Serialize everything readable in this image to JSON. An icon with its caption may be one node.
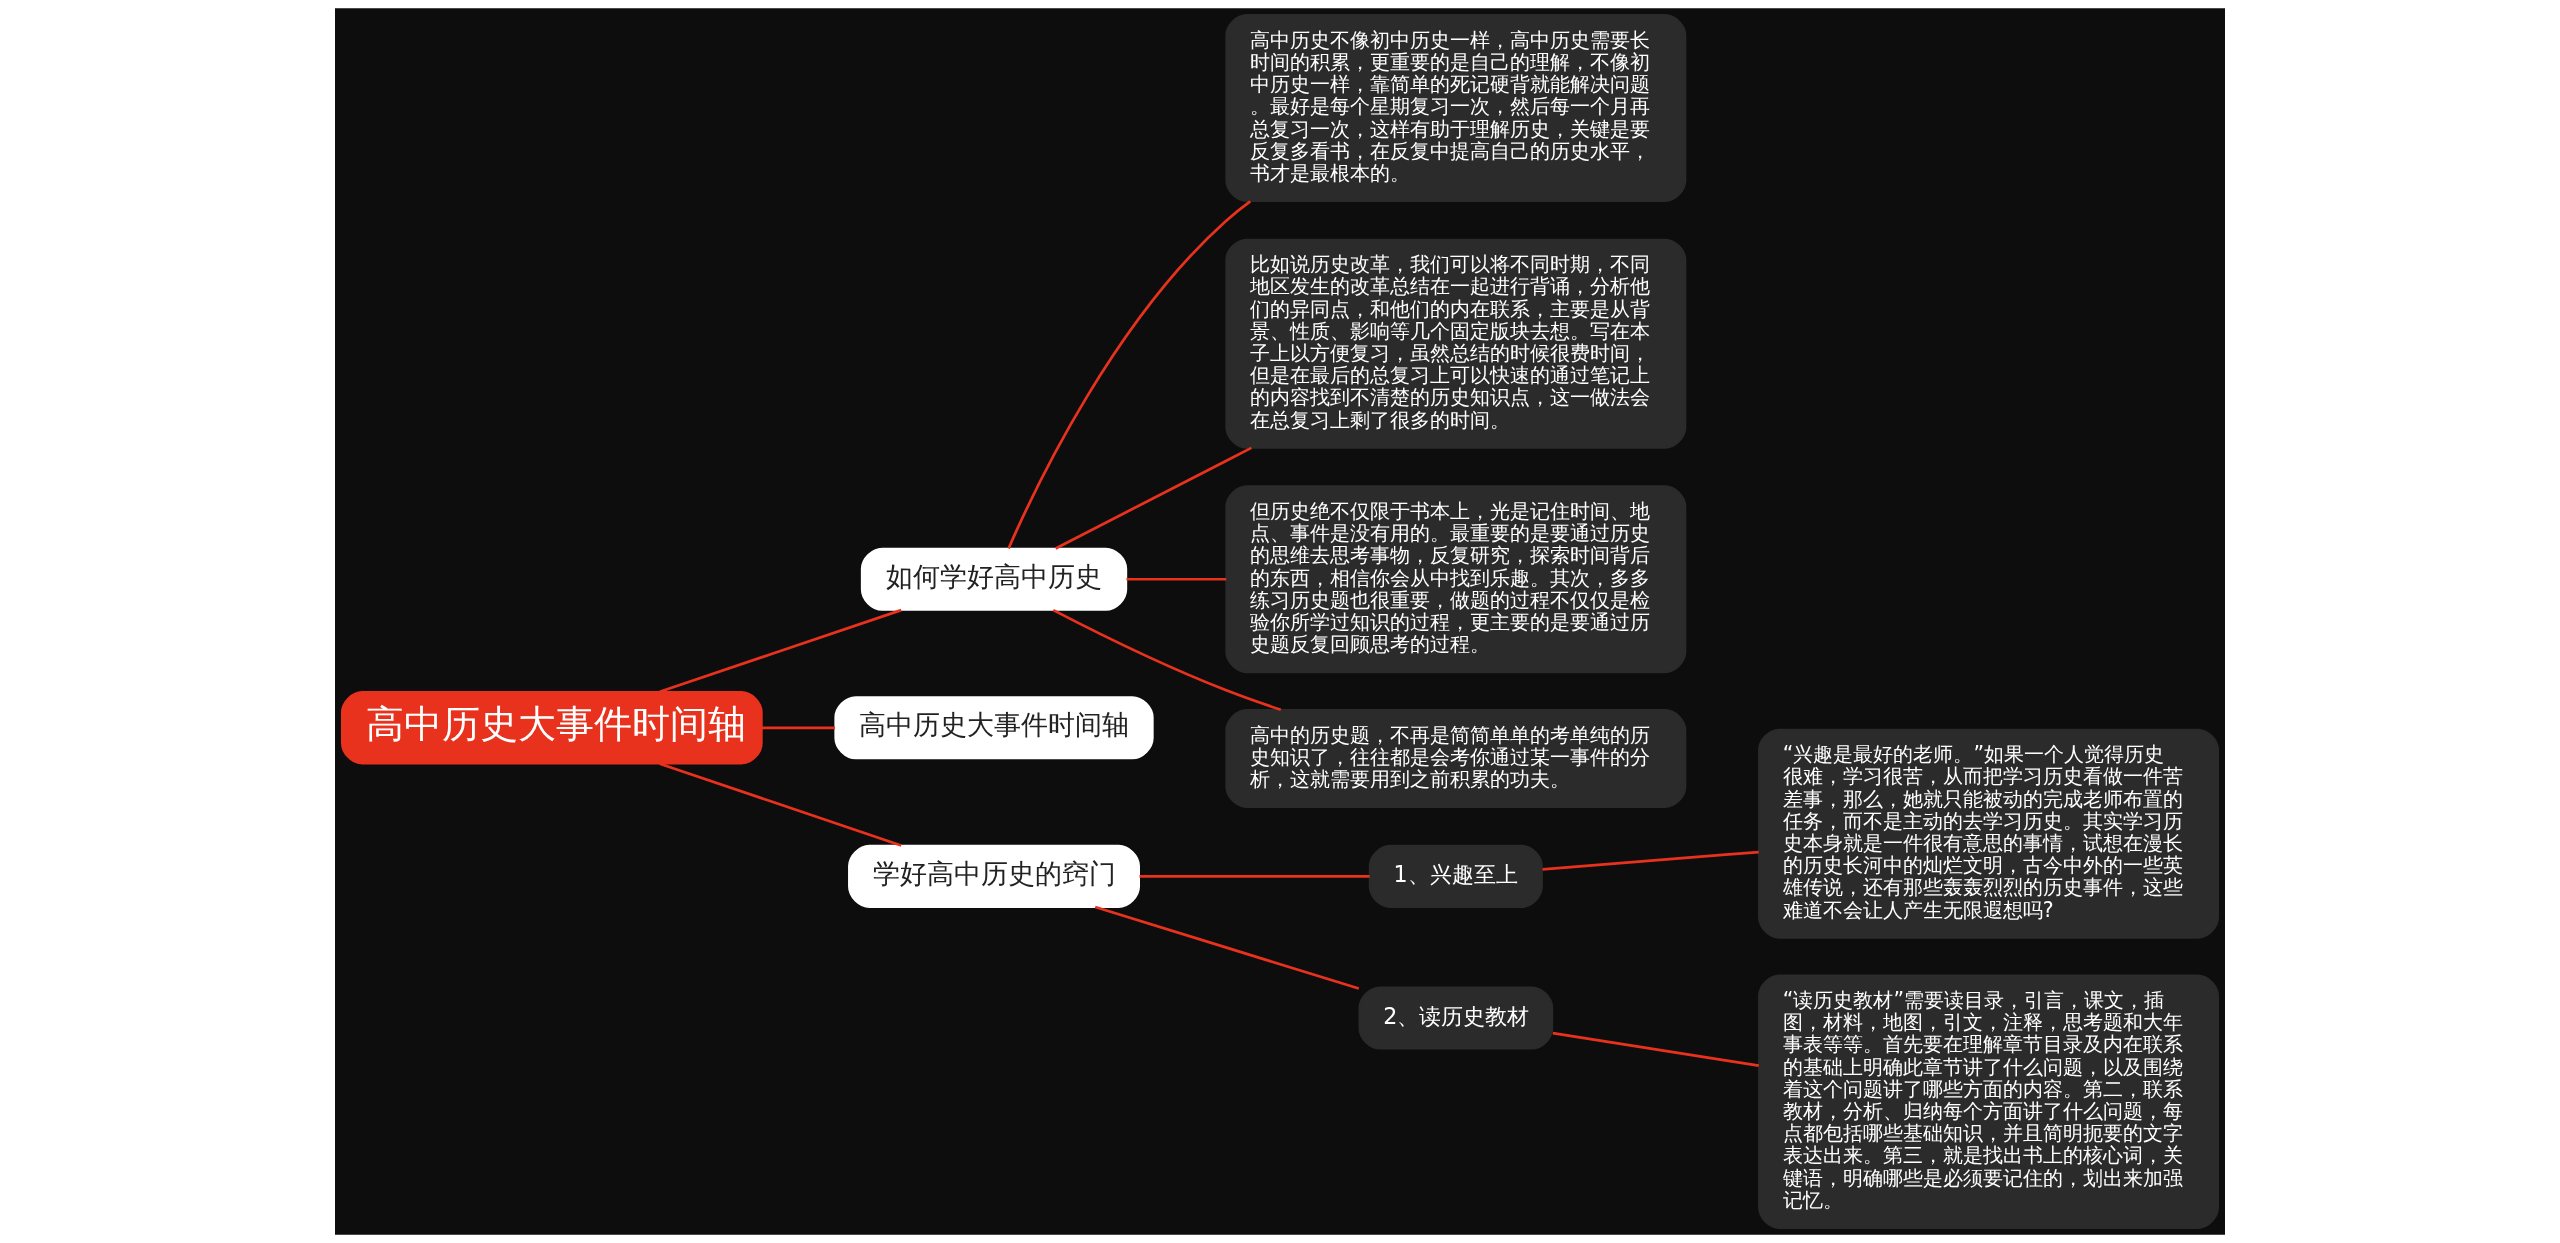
{
  "diagram": {
    "nodes": [
      {
        "text": [
          "高中历史大事件时间轴"
        ]
      },
      {
        "text": [
          "如何学好高中历史"
        ]
      },
      {
        "text": [
          "高中历史不像初中历史一样，高中历史需要长时间的积累，更重要的是自己的理解，不像初中历史一样，靠简单的死记硬背就能解决问题。最好是每个星期复习一次，然后每一个月再总复习一次，这样有助于理解历史，关键是要反复多看书，在反复中提高自己的历史水平，书才是最根本的。"
        ]
      },
      {
        "text": [
          "比如说历史改革，我们可以将不同时期，不同地区发生的改革总结在一起进行背诵，分析他们的异同点，和他们的内在联系，主要是从背景、性质、影响等几个固定版块去想。写在本子上以方便复习，虽然总结的时候很费时间，但是在最后的总复习上可以快速的通过笔记上的内容找到不清楚的历史知识点，这一做法会在总复习上剩了很多的时间。"
        ]
      },
      {
        "text": [
          "但历史绝不仅限于书本上，光是记住时间、地点、事件是没有用的。最重要的是要通过历史的思维去思考事物，反复研究，探索时间背后的东西，相信你会从中找到乐趣。其次，多多练习历史题也很重要，做题的过程不仅仅是检验你所学过知识的过程，更主要的是要通过历史题反复回顾思考的过程。"
        ]
      },
      {
        "text": [
          "高中的历史题，不再是简简单单的考单纯的历史知识了，往往都是会考你通过某一事件的分析，这就需要用到之前积累的功夫。"
        ]
      },
      {
        "text": [
          "高中历史大事件时间轴"
        ]
      },
      {
        "text": [
          "学好高中历史的窍门"
        ]
      },
      {
        "text": [
          "1、兴趣至上"
        ]
      },
      {
        "text": [
          "2、读历史教材"
        ]
      },
      {
        "text": [
          "“兴趣是最好的老师。”如果一个人觉得历史很难，学习很苦，从而把学习历史看做一件苦差事，那么，她就只能被动的完成老师布置的任务，而不是主动的去学习历史。其实学习历史本身就是一件很有意思的事情，试想在漫长的历史长河中的灿烂文明，古今中外的一些英雄传说，还有那些轰轰烈烈的历史事件，这些难道不会让人产生无限遐想吗?"
        ]
      },
      {
        "text": [
          "“读历史教材”需要读目录，引言，课文，插图，材料，地图，引文，注释，思考题和大年事表等等。首先要在理解章节目录及内在联系的基础上明确此章节讲了什么问题，以及围绕着这个问题讲了哪些方面的内容。第二，联系教材，分析、归纳每个方面讲了什么问题，每点都包括哪些基础知识，并且简明扼要的文字表达出来。第三，就是找出书上的核心词，关键语，明确哪些是必须要记住的，划出来加强记忆。"
        ]
      }
    ],
    "edges": [
      {
        "from": 0,
        "to": 1,
        "arrow": "none"
      },
      {
        "from": 1,
        "to": 2,
        "arrow": "none"
      },
      {
        "from": 1,
        "to": 3,
        "arrow": "none"
      },
      {
        "from": 1,
        "to": 4,
        "arrow": "none"
      },
      {
        "from": 1,
        "to": 5,
        "arrow": "none"
      },
      {
        "from": 0,
        "to": 6,
        "arrow": "none"
      },
      {
        "from": 0,
        "to": 7,
        "arrow": "none"
      },
      {
        "from": 7,
        "to": 8,
        "arrow": "none"
      },
      {
        "from": 7,
        "to": 9,
        "arrow": "none"
      },
      {
        "from": 8,
        "to": 10,
        "arrow": "none"
      },
      {
        "from": 9,
        "to": 11,
        "arrow": "none"
      }
    ]
  }
}
